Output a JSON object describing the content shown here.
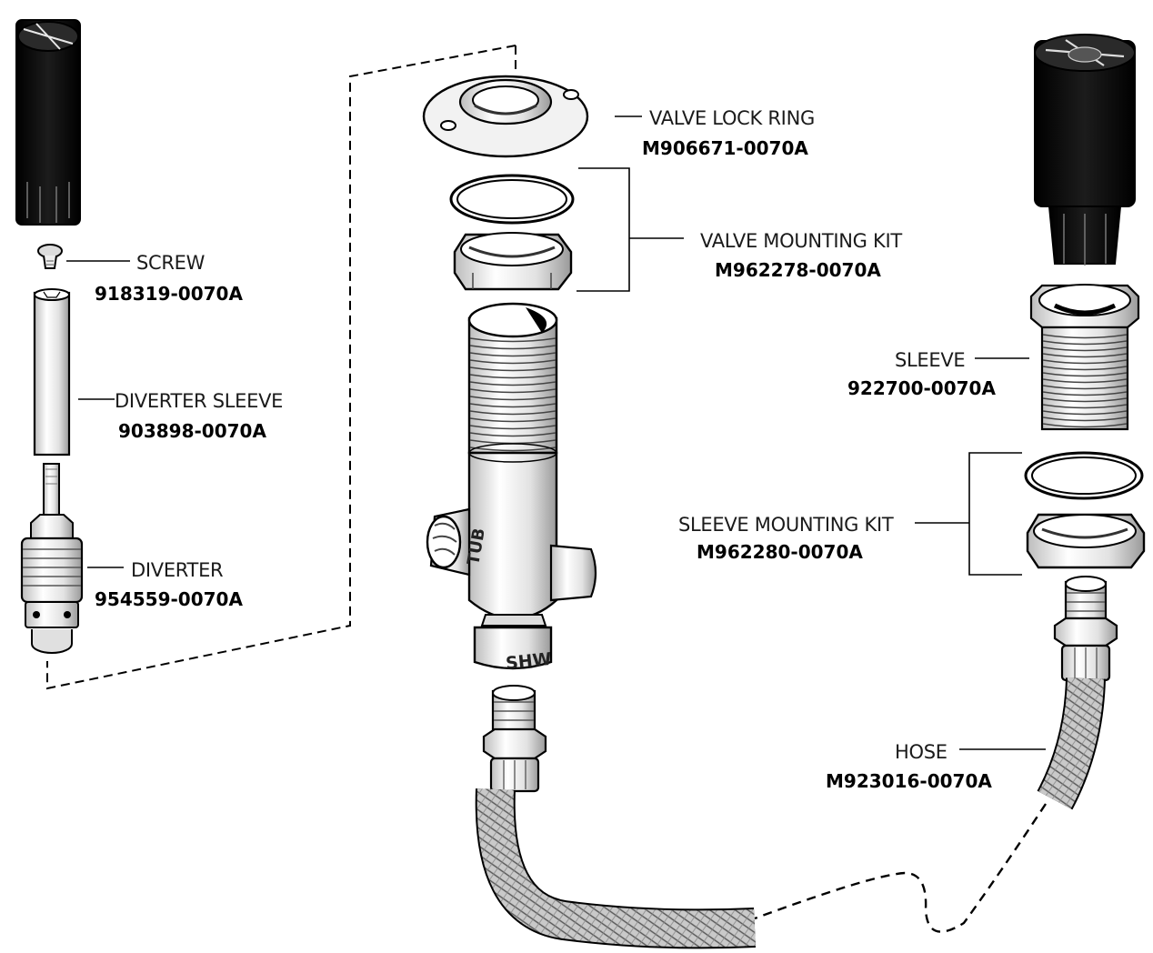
{
  "parts": [
    {
      "id": "valve-lock-ring",
      "name": "VALVE LOCK RING",
      "part_no": "M906671-0070A"
    },
    {
      "id": "valve-mounting-kit",
      "name": "VALVE MOUNTING KIT",
      "part_no": "M962278-0070A"
    },
    {
      "id": "screw",
      "name": "SCREW",
      "part_no": "918319-0070A"
    },
    {
      "id": "diverter-sleeve",
      "name": "DIVERTER SLEEVE",
      "part_no": "903898-0070A"
    },
    {
      "id": "diverter",
      "name": "DIVERTER",
      "part_no": "954559-0070A"
    },
    {
      "id": "sleeve",
      "name": "SLEEVE",
      "part_no": "922700-0070A"
    },
    {
      "id": "sleeve-mounting-kit",
      "name": "SLEEVE MOUNTING KIT",
      "part_no": "M962280-0070A"
    },
    {
      "id": "hose",
      "name": "HOSE",
      "part_no": "M923016-0070A"
    }
  ],
  "body_stamps": {
    "tub": "TUB",
    "shower": "SHW"
  },
  "colors": {
    "line": "#000000",
    "background": "#ffffff",
    "handle": "#0a0a0a"
  }
}
